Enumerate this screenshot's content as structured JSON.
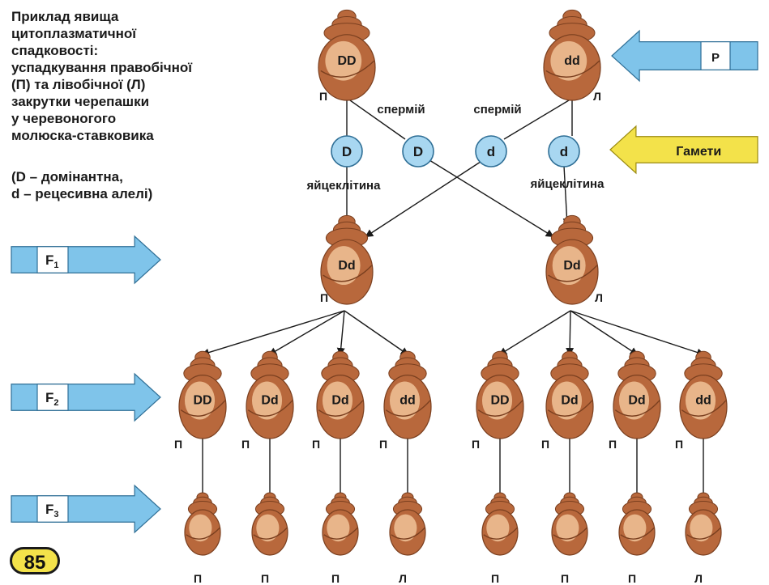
{
  "caption": {
    "lines": [
      "Приклад явища",
      "цитоплазматичної",
      "спадковості:",
      "успадкування правобічної",
      "(П) та лівобічної (Л)",
      "закрутки черепашки",
      "у черевоногого",
      "молюска-ставковика"
    ]
  },
  "legend": {
    "lines": [
      "(D – домінантна,",
      "d – рецесивна алелі)"
    ]
  },
  "generation_labels": {
    "p": "P",
    "gametes": "Гамети",
    "f1": {
      "base": "F",
      "sub": "1"
    },
    "f2": {
      "base": "F",
      "sub": "2"
    },
    "f3": {
      "base": "F",
      "sub": "3"
    }
  },
  "colors": {
    "blue_arrow": "#7fc4ea",
    "yellow_arrow": "#f3e24a",
    "gamete_fill": "#a8d7f1",
    "gamete_stroke": "#2f6f96",
    "shell_dark": "#b8683c",
    "shell_light": "#f0c398"
  },
  "parents": [
    {
      "genotype": "DD",
      "coil": "П"
    },
    {
      "genotype": "dd",
      "coil": "Л"
    }
  ],
  "gamete_labels": {
    "sperm": "спермій",
    "egg": "яйцеклітина"
  },
  "gametes": [
    "D",
    "D",
    "d",
    "d"
  ],
  "f1": [
    {
      "genotype": "Dd",
      "coil": "П"
    },
    {
      "genotype": "Dd",
      "coil": "Л"
    }
  ],
  "f2": [
    {
      "genotype": "DD",
      "coil": "П"
    },
    {
      "genotype": "Dd",
      "coil": "П"
    },
    {
      "genotype": "Dd",
      "coil": "П"
    },
    {
      "genotype": "dd",
      "coil": "П"
    },
    {
      "genotype": "DD",
      "coil": "П"
    },
    {
      "genotype": "Dd",
      "coil": "П"
    },
    {
      "genotype": "Dd",
      "coil": "П"
    },
    {
      "genotype": "dd",
      "coil": "П"
    }
  ],
  "f3": [
    {
      "coil": "П"
    },
    {
      "coil": "П"
    },
    {
      "coil": "П"
    },
    {
      "coil": "Л"
    },
    {
      "coil": "П"
    },
    {
      "coil": "П"
    },
    {
      "coil": "П"
    },
    {
      "coil": "Л"
    }
  ],
  "page_number": "85"
}
